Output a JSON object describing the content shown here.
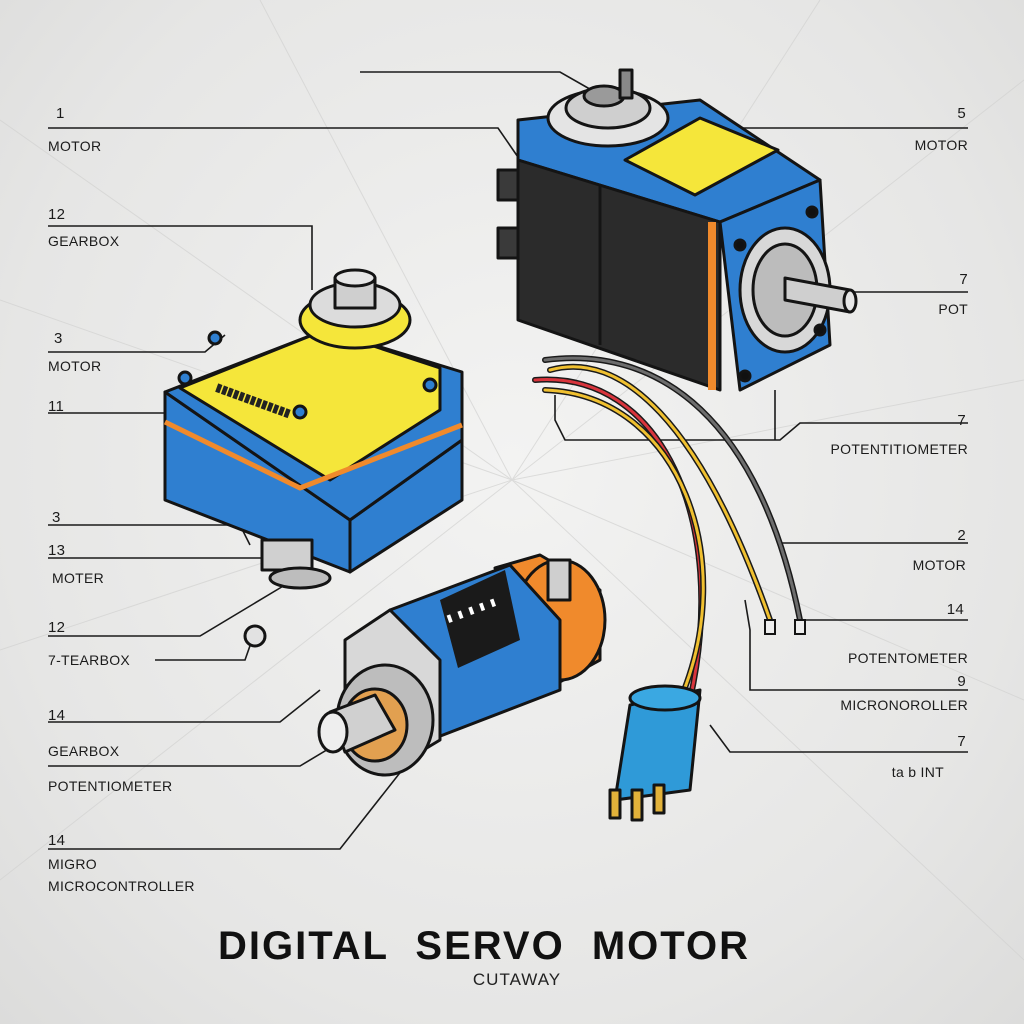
{
  "diagram": {
    "title": "DIGITAL SERVO MOTOR",
    "subtitle": "CUTAWAY",
    "left_labels": [
      {
        "num": "1",
        "text": "MOTOR"
      },
      {
        "num": "12",
        "text": "GEARBOX"
      },
      {
        "num": "3",
        "text": "MOTOR"
      },
      {
        "num": "11",
        "text": ""
      },
      {
        "num": "3",
        "text": ""
      },
      {
        "num": "13",
        "text": "MOTER"
      },
      {
        "num": "12",
        "text": ""
      },
      {
        "num": "",
        "text": "7-TEARBOX"
      },
      {
        "num": "14",
        "text": ""
      },
      {
        "num": "",
        "text": "GEARBOX"
      },
      {
        "num": "",
        "text": "POTENTIOMETER"
      },
      {
        "num": "14",
        "text": "MIGRO"
      },
      {
        "num": "",
        "text": "MICROCONTROLLER"
      }
    ],
    "right_labels": [
      {
        "num": "5",
        "text": "MOTOR"
      },
      {
        "num": "7",
        "text": "POT"
      },
      {
        "num": "7",
        "text": "POTENTITIOMETER"
      },
      {
        "num": "2",
        "text": "MOTOR"
      },
      {
        "num": "14",
        "text": ""
      },
      {
        "num": "",
        "text": "POTENTOMETER"
      },
      {
        "num": "9",
        "text": "MICRONOROLLER"
      },
      {
        "num": "7",
        "text": "ta b INT"
      }
    ],
    "motor_face_text": "",
    "colors": {
      "motor_blue": "#2f7fd0",
      "accent_yellow": "#f5e63a",
      "accent_orange": "#f08a2c",
      "wire_red": "#d8343c",
      "wire_yellow": "#f0c030",
      "wire_gray": "#6d6d6d",
      "outline": "#141414"
    }
  }
}
